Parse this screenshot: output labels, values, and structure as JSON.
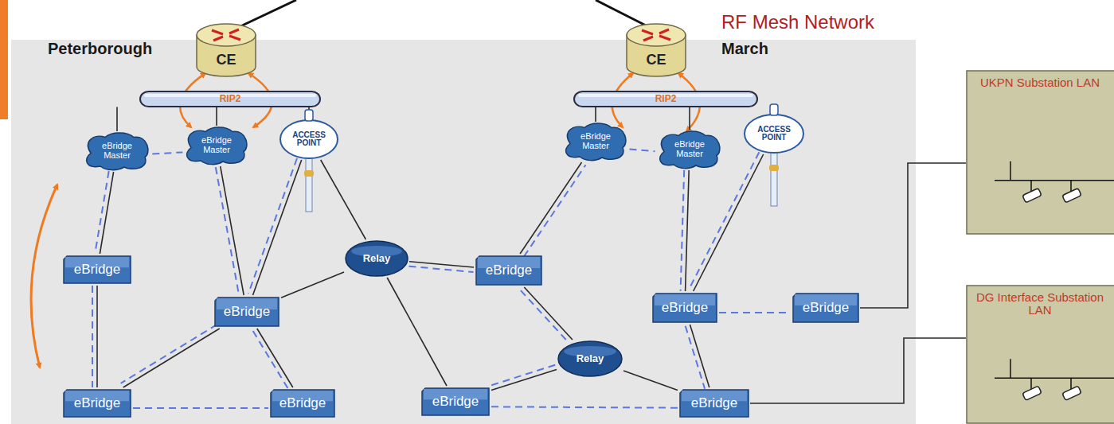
{
  "diagram": {
    "nodes": [
      {
        "text": [
          "CE"
        ]
      },
      {
        "text": [
          "RIP2"
        ]
      },
      {
        "text": [
          "CE"
        ]
      },
      {
        "text": [
          "RIP2"
        ]
      },
      {
        "text": [
          "eBridge Master"
        ]
      },
      {
        "text": [
          "eBridge Master"
        ]
      },
      {
        "text": [
          "ACCESS POINT"
        ]
      },
      {
        "text": [
          "eBridge Master"
        ]
      },
      {
        "text": [
          "eBridge Master"
        ]
      },
      {
        "text": [
          "ACCESS POINT"
        ]
      },
      {
        "text": [
          "eBridge"
        ]
      },
      {
        "text": [
          "Relay"
        ]
      },
      {
        "text": [
          "eBridge"
        ]
      },
      {
        "text": [
          "eBridge"
        ]
      },
      {
        "text": [
          "eBridge"
        ]
      },
      {
        "text": [
          "eBridge"
        ]
      },
      {
        "text": [
          "Relay"
        ]
      },
      {
        "text": [
          "eBridge"
        ]
      },
      {
        "text": [
          "eBridge"
        ]
      },
      {
        "text": [
          "eBridge"
        ]
      },
      {
        "text": [
          "eBridge"
        ]
      },
      {
        "text": [
          "UKPN Substation LAN"
        ]
      },
      {
        "text": [
          "DG Interface Substation LAN"
        ]
      }
    ],
    "edges": [
      {
        "from": 1,
        "to": 4,
        "arrow": "none"
      },
      {
        "from": 1,
        "to": 5,
        "arrow": "none"
      },
      {
        "from": 1,
        "to": 6,
        "arrow": "none"
      },
      {
        "from": 3,
        "to": 7,
        "arrow": "none"
      },
      {
        "from": 3,
        "to": 8,
        "arrow": "none"
      },
      {
        "from": 3,
        "to": 9,
        "arrow": "none"
      },
      {
        "from": 4,
        "to": 10,
        "arrow": "none"
      },
      {
        "from": 10,
        "to": 17,
        "arrow": "none"
      },
      {
        "from": 5,
        "to": 13,
        "arrow": "none"
      },
      {
        "from": 6,
        "to": 13,
        "arrow": "none"
      },
      {
        "from": 6,
        "to": 11,
        "arrow": "none"
      },
      {
        "from": 11,
        "to": 13,
        "arrow": "none"
      },
      {
        "from": 13,
        "to": 17,
        "arrow": "none"
      },
      {
        "from": 13,
        "to": 18,
        "arrow": "none"
      },
      {
        "from": 11,
        "to": 12,
        "arrow": "none"
      },
      {
        "from": 11,
        "to": 19,
        "arrow": "none"
      },
      {
        "from": 12,
        "to": 7,
        "arrow": "none"
      },
      {
        "from": 12,
        "to": 16,
        "arrow": "none"
      },
      {
        "from": 16,
        "to": 19,
        "arrow": "none"
      },
      {
        "from": 16,
        "to": 20,
        "arrow": "none"
      },
      {
        "from": 8,
        "to": 14,
        "arrow": "none"
      },
      {
        "from": 9,
        "to": 14,
        "arrow": "none"
      },
      {
        "from": 14,
        "to": 20,
        "arrow": "none"
      },
      {
        "from": 15,
        "to": 21,
        "arrow": "none"
      },
      {
        "from": 20,
        "to": 22,
        "arrow": "none"
      },
      {
        "from": 4,
        "to": 5,
        "arrow": "none"
      },
      {
        "from": 4,
        "to": 10,
        "arrow": "none"
      },
      {
        "from": 5,
        "to": 13,
        "arrow": "none"
      },
      {
        "from": 6,
        "to": 13,
        "arrow": "none"
      },
      {
        "from": 13,
        "to": 17,
        "arrow": "none"
      },
      {
        "from": 13,
        "to": 18,
        "arrow": "none"
      },
      {
        "from": 17,
        "to": 18,
        "arrow": "none"
      },
      {
        "from": 11,
        "to": 12,
        "arrow": "none"
      },
      {
        "from": 12,
        "to": 16,
        "arrow": "none"
      },
      {
        "from": 19,
        "to": 20,
        "arrow": "none"
      },
      {
        "from": 16,
        "to": 19,
        "arrow": "none"
      },
      {
        "from": 7,
        "to": 8,
        "arrow": "none"
      },
      {
        "from": 8,
        "to": 14,
        "arrow": "none"
      },
      {
        "from": 9,
        "to": 14,
        "arrow": "none"
      },
      {
        "from": 14,
        "to": 15,
        "arrow": "none"
      },
      {
        "from": 14,
        "to": 20,
        "arrow": "none"
      },
      {
        "from": 10,
        "to": 17,
        "arrow": "none"
      },
      {
        "from": 12,
        "to": 7,
        "arrow": "none"
      }
    ],
    "labels": [
      "Peterborough",
      "March",
      "RF Mesh Network"
    ]
  }
}
